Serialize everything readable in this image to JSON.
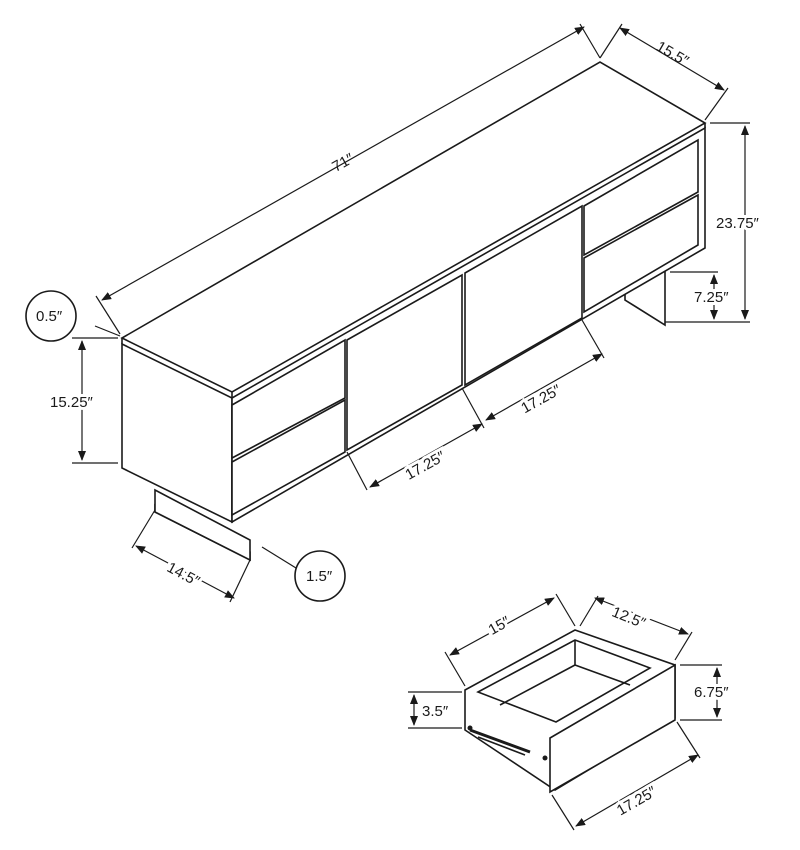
{
  "dimensions": {
    "width": "71″",
    "depth": "15.5″",
    "height": "23.75″",
    "leg_clearance": "7.25″",
    "top_thickness": "0.5″",
    "side_height": "15.25″",
    "door_left_width": "17.25″",
    "door_right_width": "17.25″",
    "leg_depth": "14.5″",
    "leg_thickness": "1.5″"
  },
  "drawer": {
    "width": "15″",
    "depth": "12.5″",
    "front_height": "6.75″",
    "side_height": "3.5″",
    "front_width": "17.25″"
  }
}
